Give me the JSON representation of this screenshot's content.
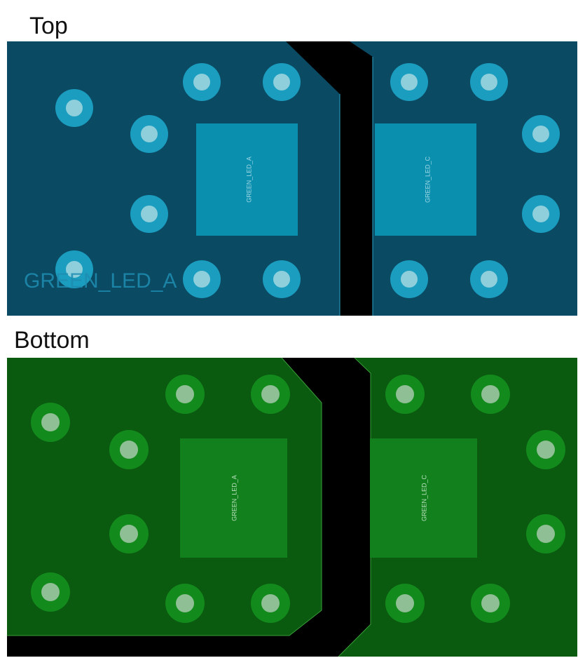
{
  "layers": {
    "top": {
      "title": "Top",
      "pad_left_label": "GREEN_LED_A",
      "pad_right_label": "GREEN_LED_C",
      "silkscreen_label": "GREEN_LED_A",
      "colors": {
        "board": "#0b4a63",
        "gap": "#000000",
        "pad": "#0b8fae",
        "via_ring": "#1a9dbf",
        "via_hole": "#8fcfdc",
        "label": "#9fd8e6",
        "silk": "#1e8db0"
      }
    },
    "bottom": {
      "title": "Bottom",
      "pad_left_label": "GREEN_LED_A",
      "pad_right_label": "GREEN_LED_C",
      "colors": {
        "board": "#0a5a10",
        "gap": "#000000",
        "pad": "#11801d",
        "via_ring": "#138a1c",
        "via_hole": "#8fbf94",
        "label": "#b9e0bc",
        "edge": "#3a9c3a"
      }
    }
  }
}
